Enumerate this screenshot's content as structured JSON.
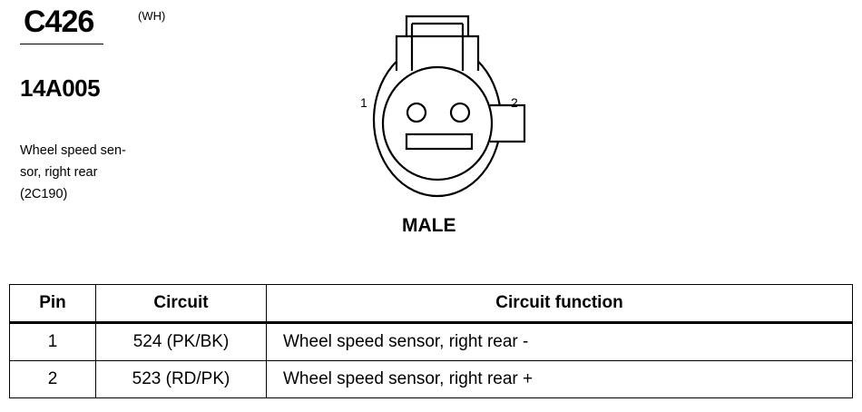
{
  "connector": {
    "id": "C426",
    "color": "(WH)",
    "part_number": "14A005",
    "description_lines": [
      "Wheel speed sen-",
      "sor, right rear",
      "(2C190)"
    ],
    "gender": "MALE",
    "pin_labels": [
      "1",
      "2"
    ]
  },
  "table": {
    "headers": [
      "Pin",
      "Circuit",
      "Circuit function"
    ],
    "rows": [
      {
        "pin": "1",
        "circuit": "524 (PK/BK)",
        "function": "Wheel speed sensor, right rear -"
      },
      {
        "pin": "2",
        "circuit": "523 (RD/PK)",
        "function": "Wheel speed sensor, right rear +"
      }
    ]
  }
}
